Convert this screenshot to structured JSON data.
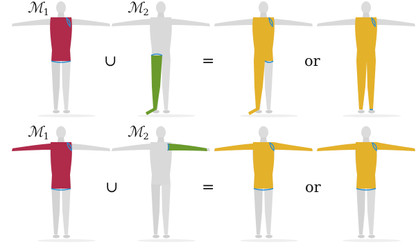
{
  "figure": {
    "rows": [
      {
        "id": "row-1",
        "label_1": "ℳ",
        "sub_1": "1",
        "label_2": "ℳ",
        "sub_2": "2",
        "union_symbol": "∪",
        "equals_symbol": "=",
        "or_text": "or"
      },
      {
        "id": "row-2",
        "label_1": "ℳ",
        "sub_1": "1",
        "label_2": "ℳ",
        "sub_2": "2",
        "union_symbol": "∪",
        "equals_symbol": "=",
        "or_text": "or"
      }
    ],
    "colors": {
      "body": "#d9d9d9",
      "body_shade": "#c4c4c4",
      "shadow": "#eeeeee",
      "part_m1": "#b02a4a",
      "part_m2": "#6a9a2c",
      "result": "#e4b12a",
      "boundary": "#2f8fd0"
    }
  }
}
